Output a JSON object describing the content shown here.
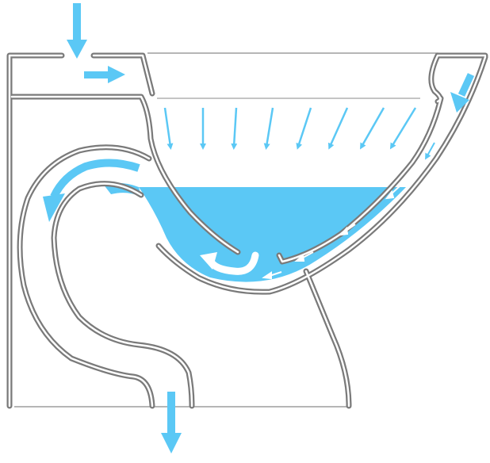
{
  "diagram": {
    "subject": "toilet-flush-cross-section",
    "colors": {
      "background": "#ffffff",
      "wall": "#7a7a7a",
      "wall_fill": "#ffffff",
      "water": "#5bc8f5",
      "arrow": "#5bc8f5",
      "swirl_arrow": "#ffffff",
      "floor_line": "#8a8a8a"
    },
    "flow_arrows": {
      "inlet": "arrow-down",
      "rim_channel": "arrow-right",
      "rim_jets": "arrow-down-diagonal",
      "siphon_jet": "arrow-down-right",
      "trapway": "arrow-curved",
      "outlet": "arrow-down",
      "bowl_swirl": "arrow-curved-white",
      "jet_channel": "arrow-small-white"
    }
  }
}
